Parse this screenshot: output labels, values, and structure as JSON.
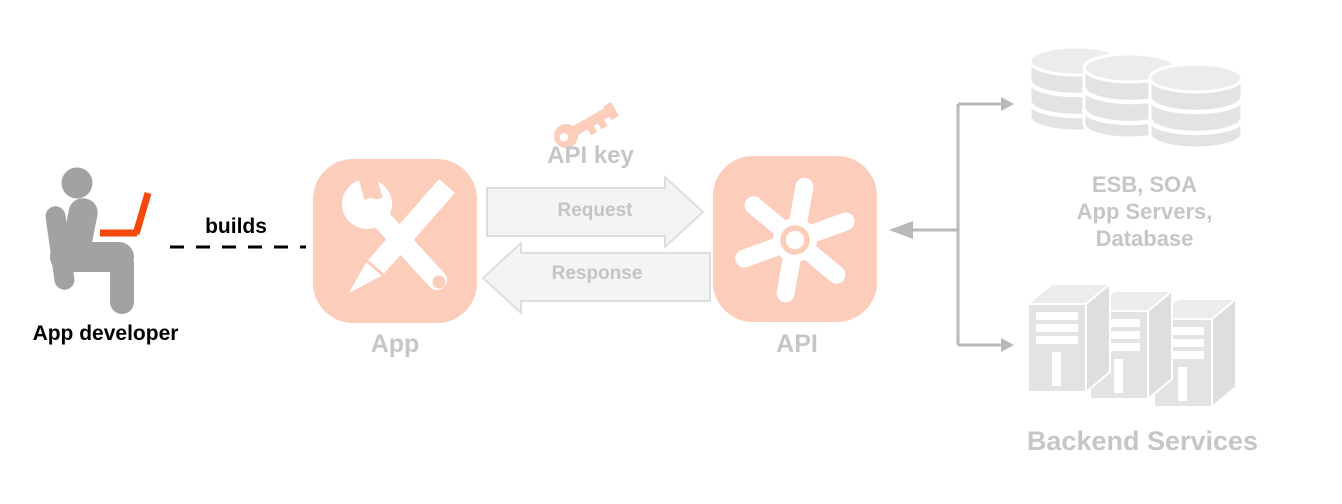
{
  "diagram": {
    "developer": {
      "label": "App developer",
      "builds_label": "builds",
      "icon": "seated-developer-laptop-icon"
    },
    "app": {
      "label": "App",
      "icon": "wrench-pencil-icon"
    },
    "api_key": {
      "label": "API key",
      "icon": "key-icon"
    },
    "request": {
      "label": "Request"
    },
    "response": {
      "label": "Response"
    },
    "api": {
      "label": "API",
      "icon": "turbine-gear-icon"
    },
    "backend": {
      "middleware_lines": [
        "ESB, SOA",
        "App Servers,",
        "Database"
      ],
      "middleware_icon": "database-stack-icon",
      "label": "Backend Services",
      "services_icon": "server-towers-icon"
    }
  },
  "colors": {
    "accent_salmon": "#FBCDBA",
    "laptop_orange": "#F4490B",
    "figure_gray": "#A2A2A2",
    "muted_text": "#C6C6C6",
    "dark_text": "#000000",
    "arrow_fill": "#F4F4F4",
    "arrow_border": "#DEDEDE",
    "connector_gray": "#B9B9B9",
    "backend_gray": "#E3E3E3",
    "backend_gray_light": "#ECECEC",
    "backend_gray_dark": "#DEDEDE"
  }
}
